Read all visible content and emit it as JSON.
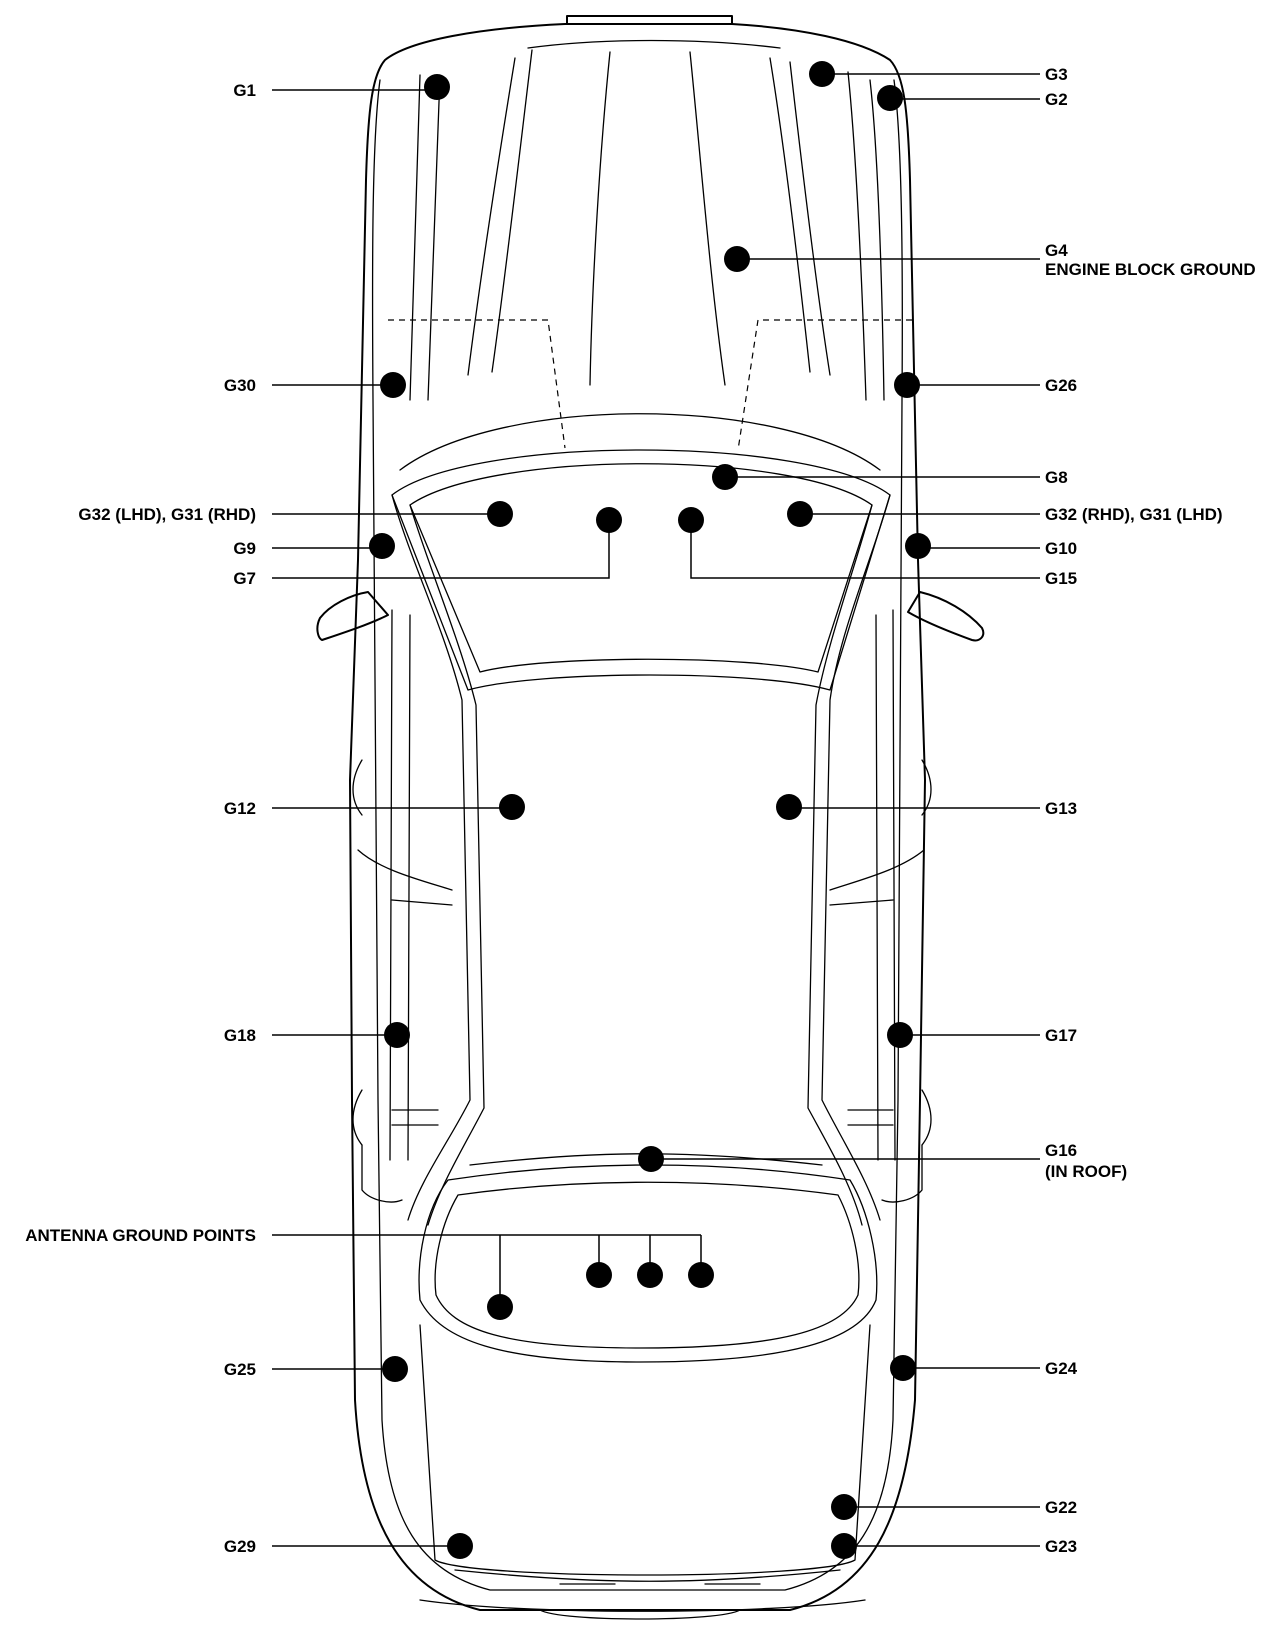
{
  "labels": {
    "g1": "G1",
    "g2": "G2",
    "g3": "G3",
    "g4": "G4",
    "g4_desc": "ENGINE BLOCK GROUND",
    "g30": "G30",
    "g26": "G26",
    "g8": "G8",
    "g32_lhd_g31_rhd": "G32 (LHD), G31 (RHD)",
    "g32_rhd_g31_lhd": "G32 (RHD), G31 (LHD)",
    "g9": "G9",
    "g10": "G10",
    "g7": "G7",
    "g15": "G15",
    "g12": "G12",
    "g13": "G13",
    "g18": "G18",
    "g17": "G17",
    "g16": "G16",
    "g16_desc": "(IN ROOF)",
    "antenna": "ANTENNA GROUND POINTS",
    "g25": "G25",
    "g24": "G24",
    "g22": "G22",
    "g23": "G23",
    "g29": "G29"
  },
  "colors": {
    "ink": "#000000",
    "background": "#ffffff"
  }
}
